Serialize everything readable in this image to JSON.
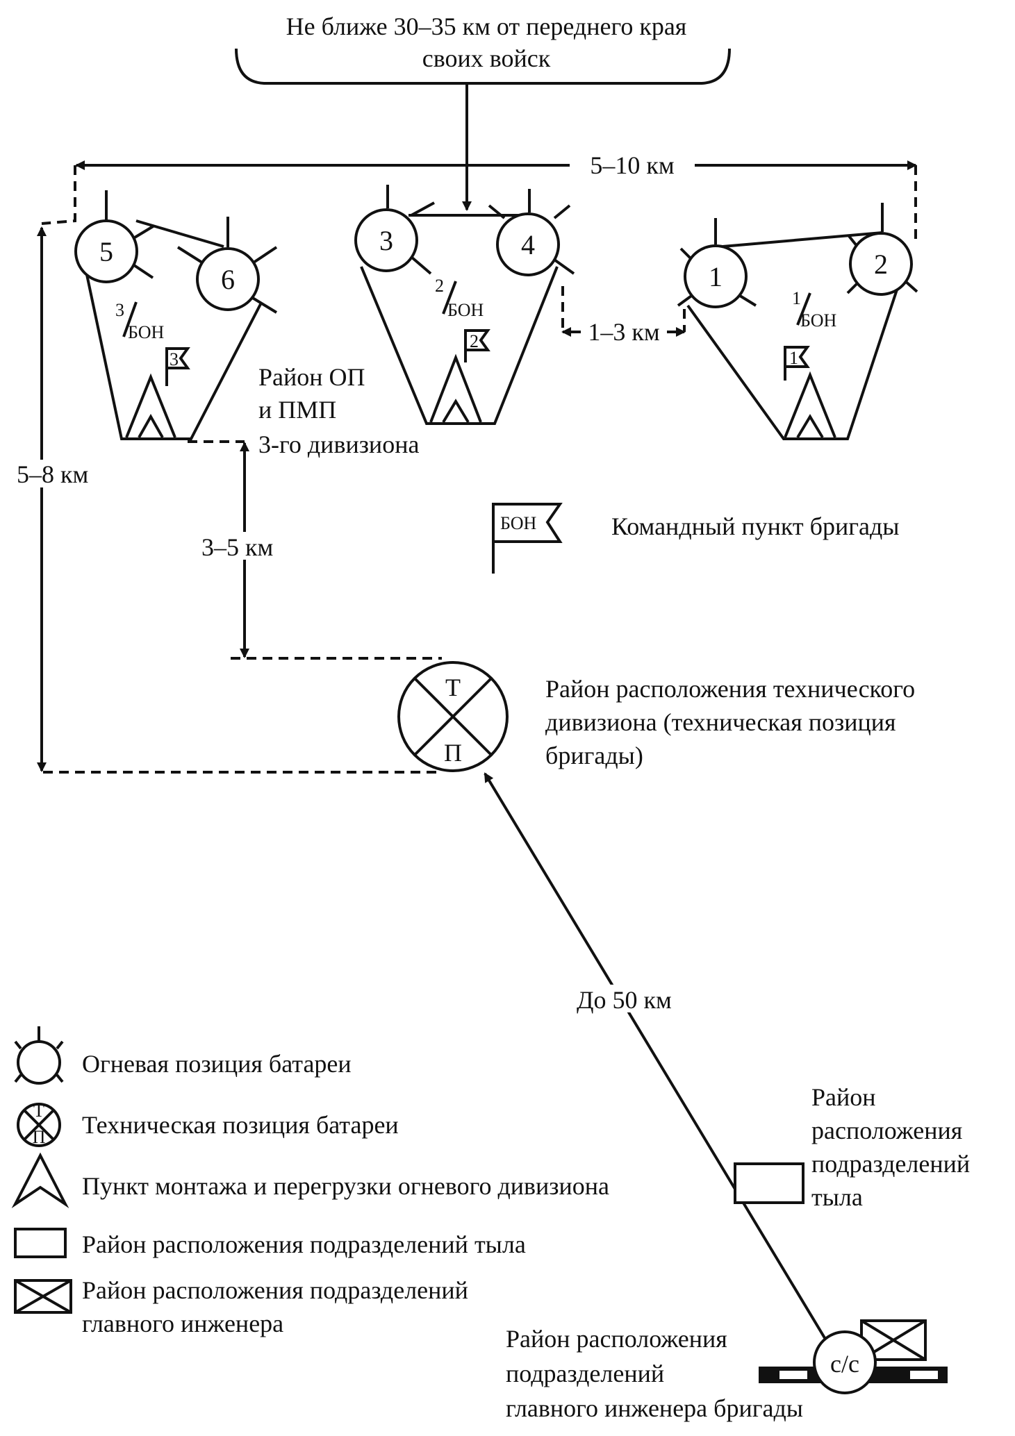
{
  "top_note": {
    "line1": "Не ближе 30–35 км от переднего края",
    "line2": "своих войск"
  },
  "distances": {
    "width": "5–10 км",
    "between_battalions": "1–3 км",
    "depth": "5–8 км",
    "to_technical": "3–5 км",
    "to_rear": "До 50 км"
  },
  "battalions": [
    {
      "fraction_num": "3",
      "fraction_den": "БОН",
      "flag": "3",
      "batteries": [
        "5",
        "6"
      ]
    },
    {
      "fraction_num": "2",
      "fraction_den": "БОН",
      "flag": "2",
      "batteries": [
        "3",
        "4"
      ]
    },
    {
      "fraction_num": "1",
      "fraction_den": "БОН",
      "flag": "1",
      "batteries": [
        "1",
        "2"
      ]
    }
  ],
  "area_op_label": {
    "line1": "Район ОП",
    "line2": "и ПМП",
    "line3": "3-го дивизиона"
  },
  "brigade_cp": {
    "flag_text": "БОН",
    "label": "Командный пункт бригады"
  },
  "technical": {
    "top_letter": "Т",
    "bottom_letter": "П",
    "line1": "Район расположения технического",
    "line2": "дивизиона (техническая позиция",
    "line3": "бригады)"
  },
  "rear": {
    "line1": "Район",
    "line2": "расположения",
    "line3": "подразделений",
    "line4": "тыла"
  },
  "chief_engineer": {
    "node_text": "с/с",
    "line1": "Район расположения",
    "line2": "подразделений",
    "line3": "главного инженера бригады"
  },
  "legend": {
    "items": [
      "Огневая позиция батареи",
      "Техническая позиция батареи",
      "Пункт монтажа и перегрузки огневого дивизиона",
      "Район расположения подразделений тыла"
    ],
    "last_line1": "Район расположения подразделений",
    "last_line2": "главного инженера",
    "tp_icon_top": "Т",
    "tp_icon_bottom": "П"
  }
}
